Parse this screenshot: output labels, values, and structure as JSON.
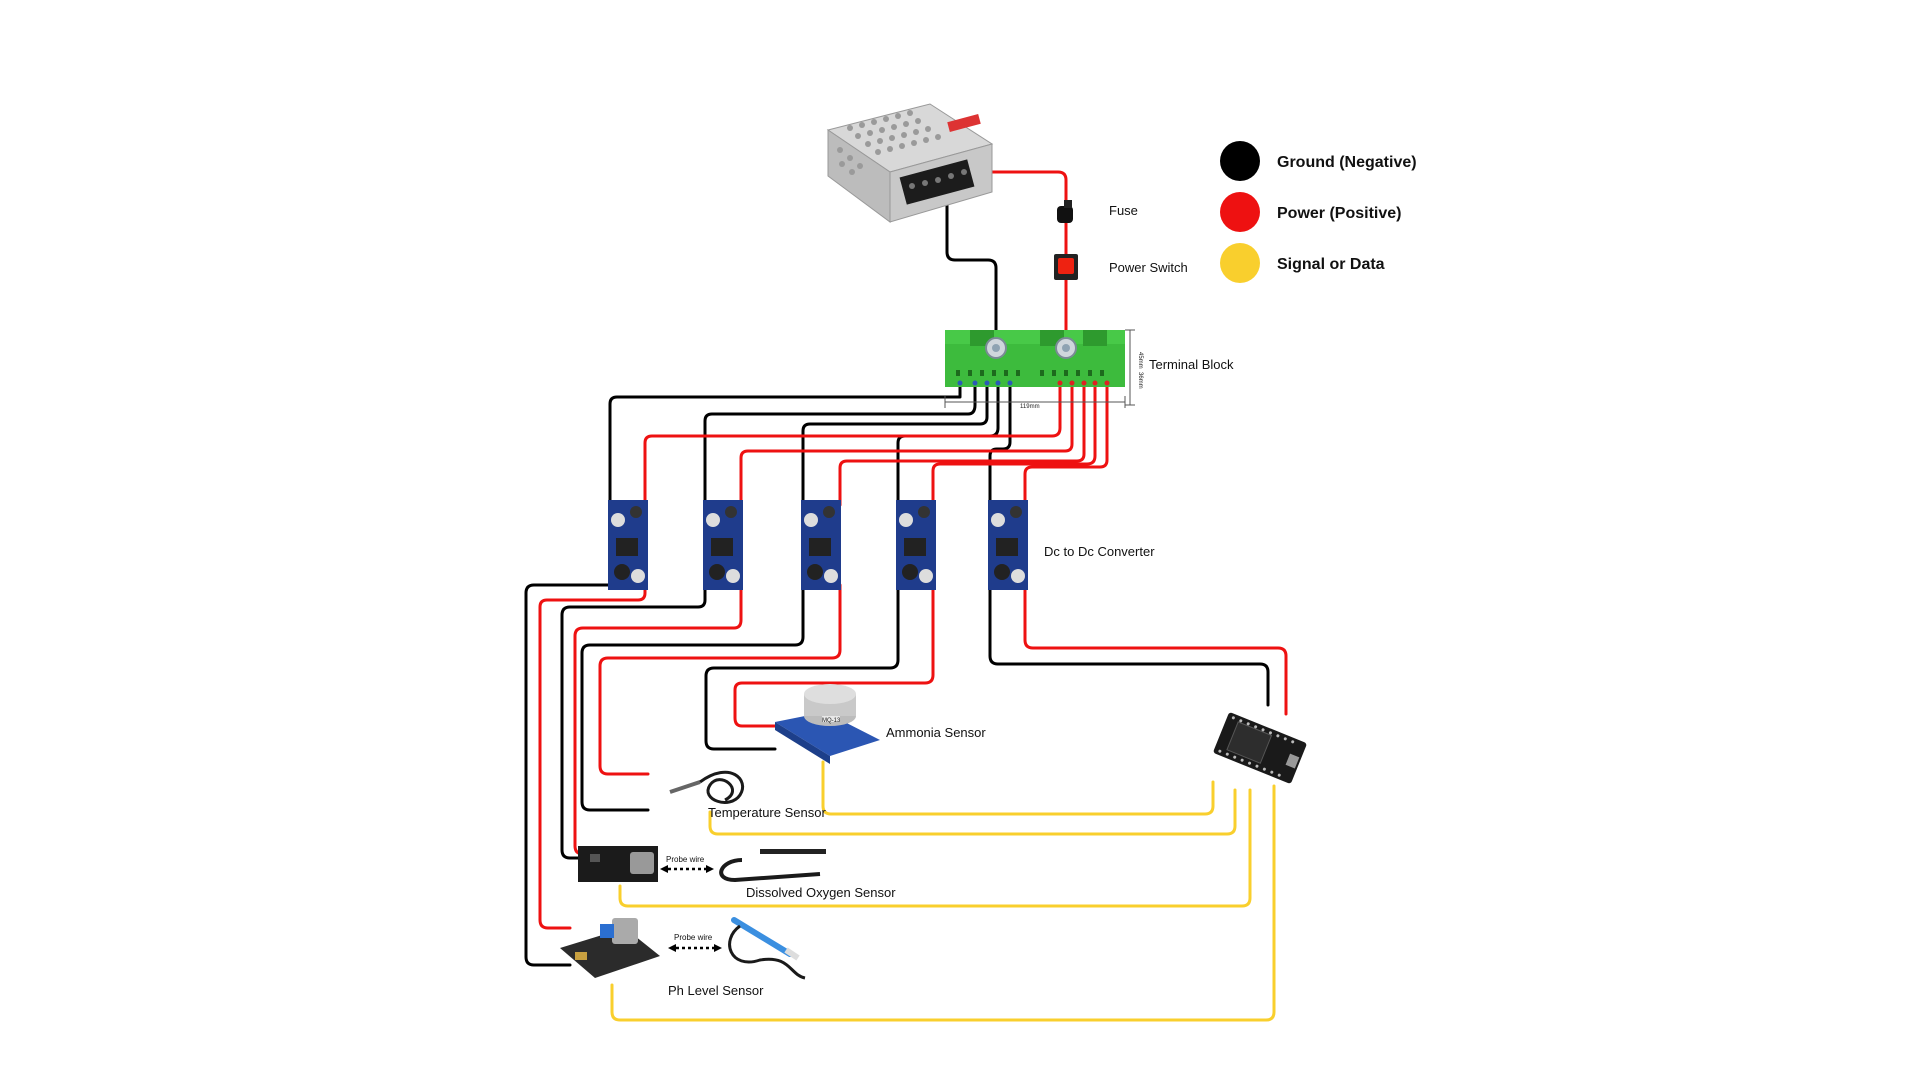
{
  "colors": {
    "ground": "#000000",
    "power": "#ee1111",
    "signal": "#f9cf2d",
    "terminal_block": "#3dbb3d"
  },
  "legend": [
    {
      "label": "Ground (Negative)",
      "color": "#000000"
    },
    {
      "label": "Power (Positive)",
      "color": "#ee1111"
    },
    {
      "label": "Signal or Data",
      "color": "#f9cf2d"
    }
  ],
  "labels": {
    "fuse": "Fuse",
    "power_switch": "Power Switch",
    "terminal_block": "Terminal Block",
    "dc_converter": "Dc to Dc Converter",
    "ammonia_sensor": "Ammonia Sensor",
    "temperature_sensor": "Temperature Sensor",
    "dissolved_oxygen_sensor": "Dissolved Oxygen Sensor",
    "ph_level_sensor": "Ph Level Sensor",
    "probe_wire_1": "Probe wire",
    "probe_wire_2": "Probe wire"
  },
  "terminal_block_dims": {
    "width": "119mm",
    "height_top": "45mm",
    "height_bottom": "36mm"
  },
  "ammonia_chip_text": "MQ-13"
}
